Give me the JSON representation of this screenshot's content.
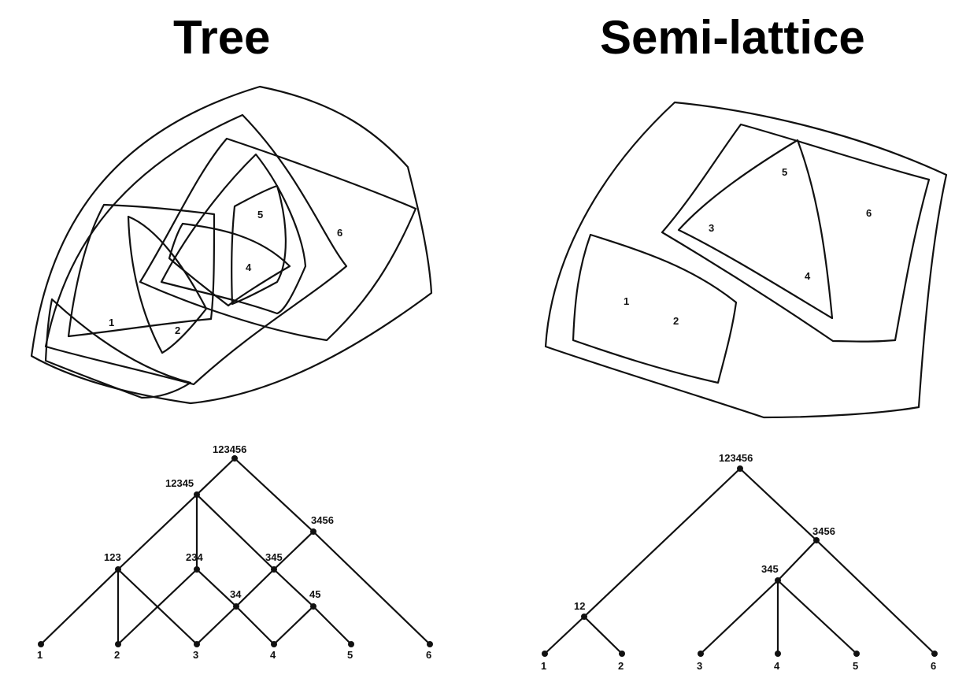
{
  "panels": {
    "tree": {
      "title": "Tree",
      "regions": [
        "1",
        "2",
        "4",
        "5",
        "6"
      ],
      "nodes": [
        "123456",
        "12345",
        "3456",
        "123",
        "234",
        "345",
        "34",
        "45",
        "1",
        "2",
        "3",
        "4",
        "5",
        "6"
      ]
    },
    "semilattice": {
      "title": "Semi-lattice",
      "regions": [
        "1",
        "2",
        "3",
        "4",
        "5",
        "6"
      ],
      "nodes": [
        "123456",
        "3456",
        "345",
        "12",
        "1",
        "2",
        "3",
        "4",
        "5",
        "6"
      ]
    }
  },
  "colors": {
    "ink": "#111111",
    "background": "#ffffff"
  }
}
